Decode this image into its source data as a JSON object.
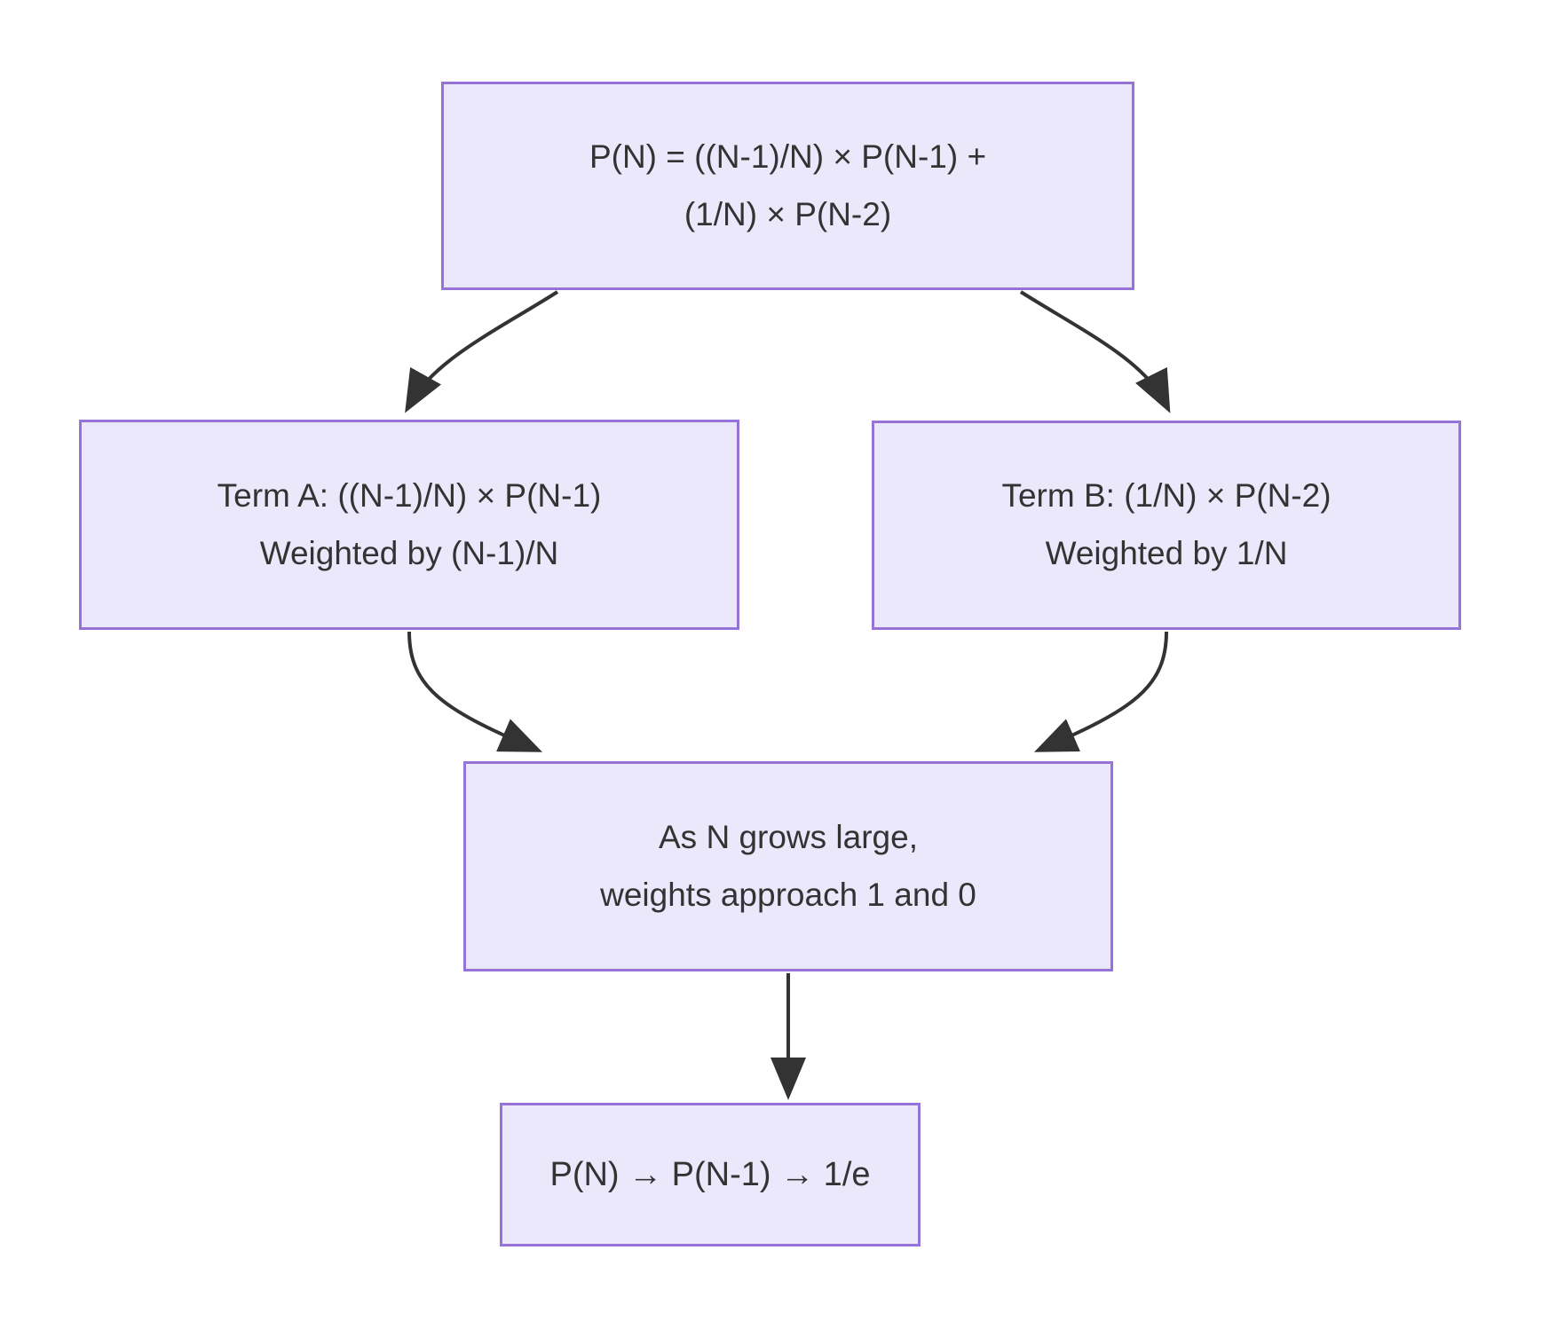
{
  "diagram": {
    "title": "Recurrence weight decomposition flowchart",
    "type": "flowchart",
    "direction": "top-down",
    "colors": {
      "node_fill": "#ebe8fb",
      "node_border": "#9673d9",
      "node_text": "#333333",
      "edge_stroke": "#333333",
      "background": "#ffffff"
    }
  },
  "nodes": [
    {
      "id": "recurrence",
      "lines": [
        "P(N) = ((N-1)/N) × P(N-1) +",
        "(1/N) × P(N-2)"
      ]
    },
    {
      "id": "term_a",
      "lines": [
        "Term A: ((N-1)/N) × P(N-1)",
        "Weighted by (N-1)/N"
      ]
    },
    {
      "id": "term_b",
      "lines": [
        "Term B: (1/N) × P(N-2)",
        "Weighted by 1/N"
      ]
    },
    {
      "id": "limit",
      "lines": [
        "As N grows large,",
        "weights approach 1 and 0"
      ]
    },
    {
      "id": "conclusion",
      "lines": [
        "P(N)  →  P(N-1)  →  1/e"
      ]
    }
  ],
  "edges": [
    {
      "id": "recurrence-to-term-a",
      "from": "recurrence",
      "to": "term_a",
      "style": "curved",
      "arrow": "end"
    },
    {
      "id": "recurrence-to-term-b",
      "from": "recurrence",
      "to": "term_b",
      "style": "curved",
      "arrow": "end"
    },
    {
      "id": "term-a-to-limit",
      "from": "term_a",
      "to": "limit",
      "style": "curved",
      "arrow": "end"
    },
    {
      "id": "term-b-to-limit",
      "from": "term_b",
      "to": "limit",
      "style": "curved",
      "arrow": "end"
    },
    {
      "id": "limit-to-conclusion",
      "from": "limit",
      "to": "conclusion",
      "style": "straight",
      "arrow": "end"
    }
  ]
}
